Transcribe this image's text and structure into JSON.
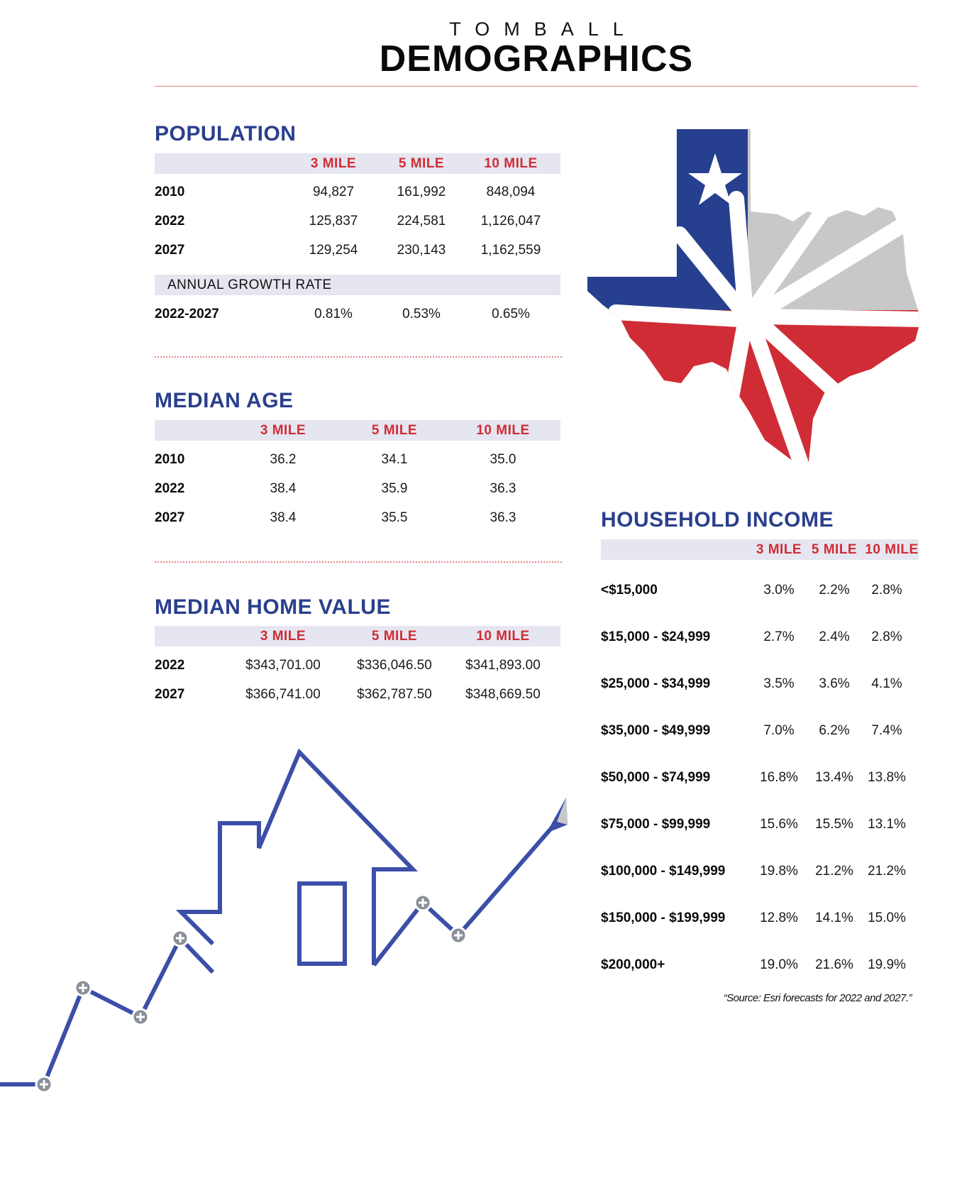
{
  "header": {
    "kicker": "TOMBALL",
    "title": "DEMOGRAPHICS"
  },
  "population": {
    "title": "POPULATION",
    "columns": [
      "3 MILE",
      "5 MILE",
      "10 MILE"
    ],
    "rows": [
      {
        "label": "2010",
        "values": [
          "94,827",
          "161,992",
          "848,094"
        ]
      },
      {
        "label": "2022",
        "values": [
          "125,837",
          "224,581",
          "1,126,047"
        ]
      },
      {
        "label": "2027",
        "values": [
          "129,254",
          "230,143",
          "1,162,559"
        ]
      }
    ],
    "growth_label": "ANNUAL GROWTH RATE",
    "growth_row": {
      "label": "2022-2027",
      "values": [
        "0.81%",
        "0.53%",
        "0.65%"
      ]
    }
  },
  "median_age": {
    "title": "MEDIAN AGE",
    "columns": [
      "3 MILE",
      "5 MILE",
      "10 MILE"
    ],
    "rows": [
      {
        "label": "2010",
        "values": [
          "36.2",
          "34.1",
          "35.0"
        ]
      },
      {
        "label": "2022",
        "values": [
          "38.4",
          "35.9",
          "36.3"
        ]
      },
      {
        "label": "2027",
        "values": [
          "38.4",
          "35.5",
          "36.3"
        ]
      }
    ]
  },
  "median_home_value": {
    "title": "MEDIAN HOME VALUE",
    "columns": [
      "3 MILE",
      "5 MILE",
      "10 MILE"
    ],
    "rows": [
      {
        "label": "2022",
        "values": [
          "$343,701.00",
          "$336,046.50",
          "$341,893.00"
        ]
      },
      {
        "label": "2027",
        "values": [
          "$366,741.00",
          "$362,787.50",
          "$348,669.50"
        ]
      }
    ]
  },
  "household_income": {
    "title": "HOUSEHOLD INCOME",
    "columns": [
      "3 MILE",
      "5 MILE",
      "10 MILE"
    ],
    "rows": [
      {
        "label": "<$15,000",
        "values": [
          "3.0%",
          "2.2%",
          "2.8%"
        ]
      },
      {
        "label": "$15,000 - $24,999",
        "values": [
          "2.7%",
          "2.4%",
          "2.8%"
        ]
      },
      {
        "label": "$25,000 - $34,999",
        "values": [
          "3.5%",
          "3.6%",
          "4.1%"
        ]
      },
      {
        "label": "$35,000 - $49,999",
        "values": [
          "7.0%",
          "6.2%",
          "7.4%"
        ]
      },
      {
        "label": "$50,000 - $74,999",
        "values": [
          "16.8%",
          "13.4%",
          "13.8%"
        ]
      },
      {
        "label": "$75,000 - $99,999",
        "values": [
          "15.6%",
          "15.5%",
          "13.1%"
        ]
      },
      {
        "label": "$100,000 - $149,999",
        "values": [
          "19.8%",
          "21.2%",
          "21.2%"
        ]
      },
      {
        "label": "$150,000 - $199,999",
        "values": [
          "12.8%",
          "14.1%",
          "15.0%"
        ]
      },
      {
        "label": "$200,000+",
        "values": [
          "19.0%",
          "21.6%",
          "19.9%"
        ]
      }
    ],
    "source": "“Source: Esri forecasts for 2022 and 2027.”"
  },
  "colors": {
    "blue": "#2a3f8c",
    "red": "#d02c35",
    "grey": "#c8c8c8",
    "band": "#e6e6f0"
  },
  "graphics": {
    "map": "texas-flag-hands-icon",
    "house": "house-growth-arrow-icon"
  }
}
